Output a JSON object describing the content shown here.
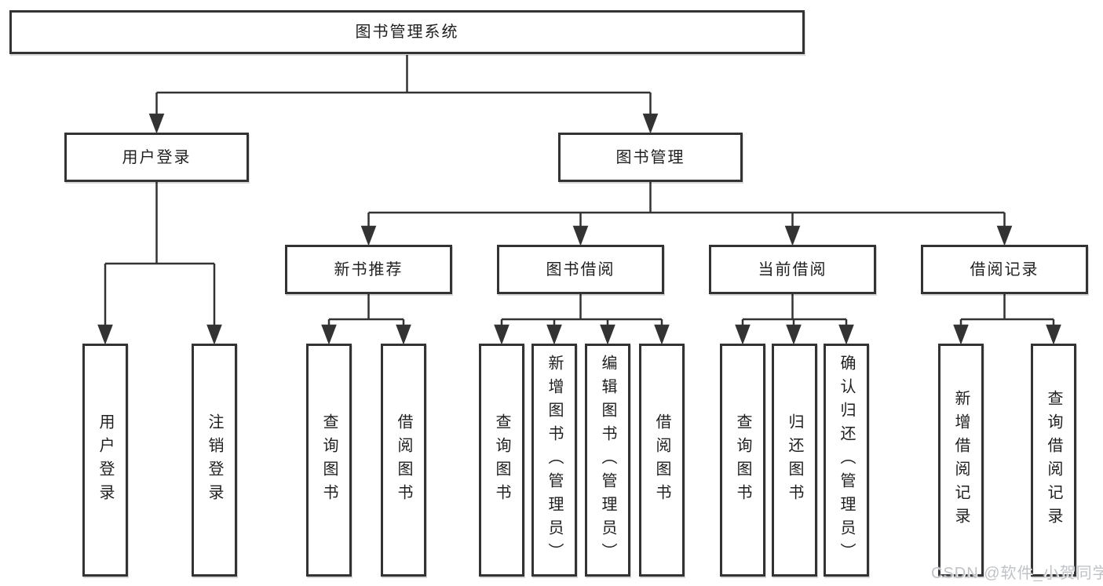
{
  "diagram": {
    "tree": {
      "label": "图书管理系统",
      "children": [
        {
          "label": "用户登录",
          "children": [
            {
              "label": "用户登录"
            },
            {
              "label": "注销登录"
            }
          ]
        },
        {
          "label": "图书管理",
          "children": [
            {
              "label": "新书推荐",
              "children": [
                {
                  "label": "查询图书"
                },
                {
                  "label": "借阅图书"
                }
              ]
            },
            {
              "label": "图书借阅",
              "children": [
                {
                  "label": "查询图书"
                },
                {
                  "label": "新增图书（管理员）"
                },
                {
                  "label": "编辑图书（管理员）"
                },
                {
                  "label": "借阅图书"
                }
              ]
            },
            {
              "label": "当前借阅",
              "children": [
                {
                  "label": "查询图书"
                },
                {
                  "label": "归还图书"
                },
                {
                  "label": "确认归还（管理员）"
                }
              ]
            },
            {
              "label": "借阅记录",
              "children": [
                {
                  "label": "新增借阅记录"
                },
                {
                  "label": "查询借阅记录"
                }
              ]
            }
          ]
        }
      ]
    }
  },
  "watermark": {
    "text": "CSDN @软件_小贺同学"
  },
  "colors": {
    "line": "#333333",
    "box_border": "#333333",
    "text": "#1f1f1f",
    "background": "#ffffff",
    "watermark": "#bfc3c7"
  }
}
